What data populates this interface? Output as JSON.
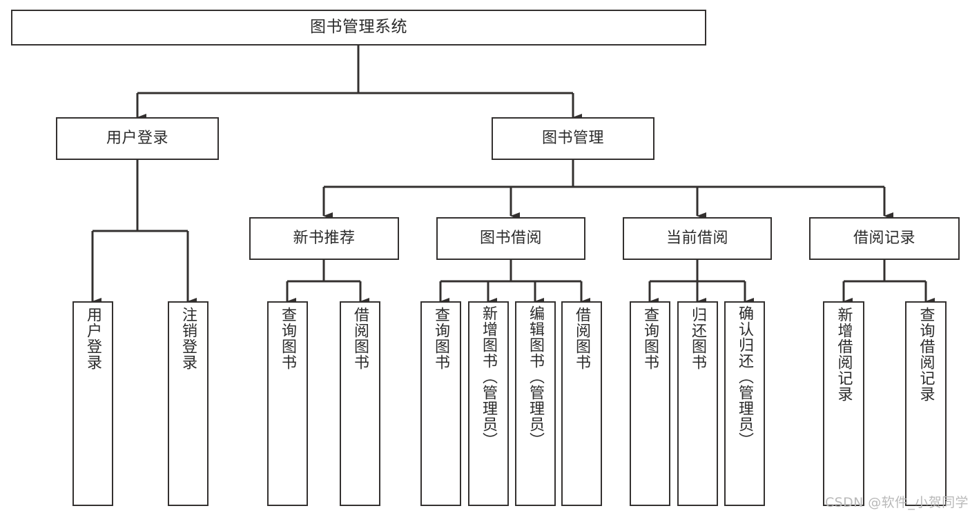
{
  "diagram": {
    "title": "图书管理系统",
    "type": "functional-structure-tree",
    "watermark": "CSDN @软件_小贺同学",
    "colors": {
      "background": "#ffffff",
      "node_border": "#33302f",
      "node_fill": "#ffffff",
      "text": "#2b2b2b",
      "edge": "#33302f",
      "watermark": "#b9b9b9"
    },
    "levels": {
      "root": {
        "label": "图书管理系统"
      },
      "level1": [
        {
          "id": "user-login",
          "label": "用户登录"
        },
        {
          "id": "book-management",
          "label": "图书管理"
        }
      ],
      "level2": [
        {
          "id": "new-book-recommend",
          "label": "新书推荐",
          "parent": "book-management"
        },
        {
          "id": "book-borrow",
          "label": "图书借阅",
          "parent": "book-management"
        },
        {
          "id": "current-borrow",
          "label": "当前借阅",
          "parent": "book-management"
        },
        {
          "id": "borrow-record",
          "label": "借阅记录",
          "parent": "book-management"
        }
      ],
      "leaves": [
        {
          "id": "leaf-user-login",
          "label": "用户登录",
          "parent": "user-login"
        },
        {
          "id": "leaf-logout-login",
          "label": "注销登录",
          "parent": "user-login"
        },
        {
          "id": "leaf-query-book-1",
          "label": "查询图书",
          "parent": "new-book-recommend"
        },
        {
          "id": "leaf-borrow-book-1",
          "label": "借阅图书",
          "parent": "new-book-recommend"
        },
        {
          "id": "leaf-query-book-2",
          "label": "查询图书",
          "parent": "book-borrow"
        },
        {
          "id": "leaf-add-book",
          "label": "新增图书（管理员）",
          "parent": "book-borrow"
        },
        {
          "id": "leaf-edit-book",
          "label": "编辑图书（管理员）",
          "parent": "book-borrow"
        },
        {
          "id": "leaf-borrow-book-2",
          "label": "借阅图书",
          "parent": "book-borrow"
        },
        {
          "id": "leaf-query-book-3",
          "label": "查询图书",
          "parent": "current-borrow"
        },
        {
          "id": "leaf-return-book",
          "label": "归还图书",
          "parent": "current-borrow"
        },
        {
          "id": "leaf-confirm-return",
          "label": "确认归还（管理员）",
          "parent": "current-borrow"
        },
        {
          "id": "leaf-add-record",
          "label": "新增借阅记录",
          "parent": "borrow-record"
        },
        {
          "id": "leaf-query-record",
          "label": "查询借阅记录",
          "parent": "borrow-record"
        }
      ]
    }
  }
}
